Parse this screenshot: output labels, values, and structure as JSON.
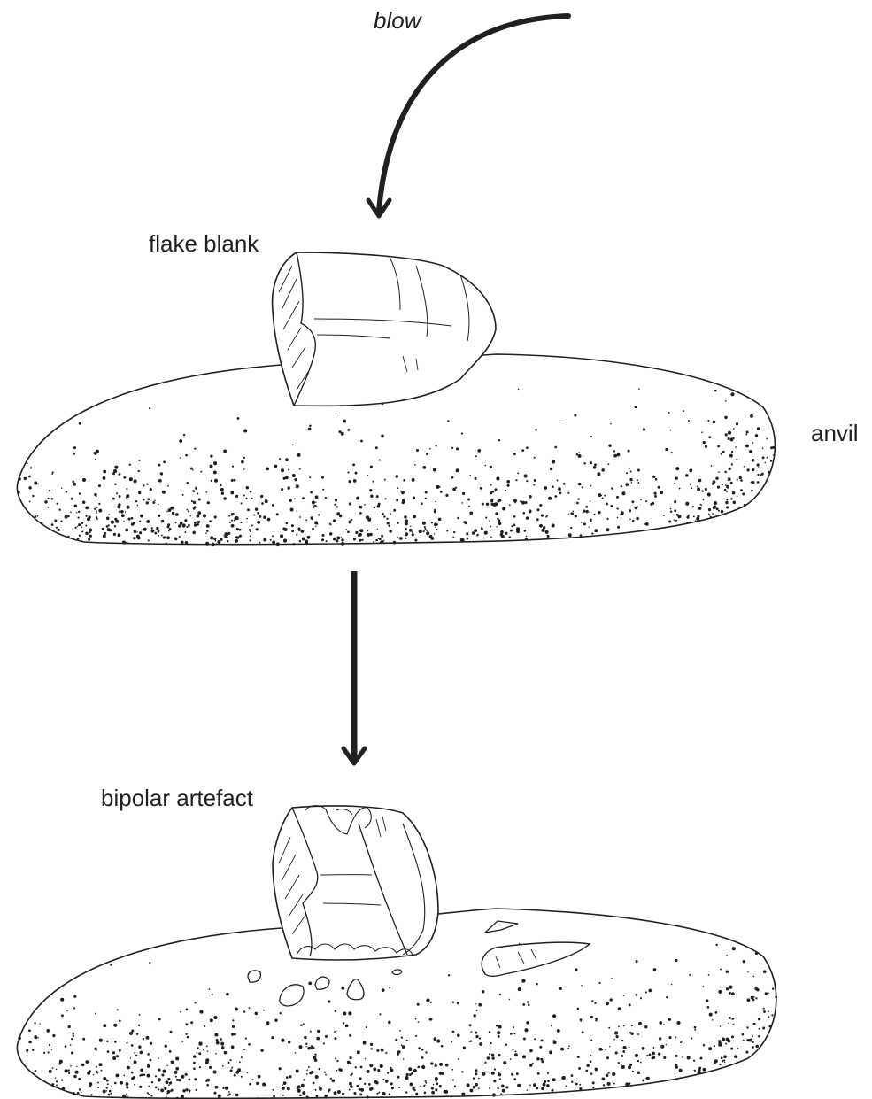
{
  "labels": {
    "blow": "blow",
    "flake_blank": "flake blank",
    "anvil": "anvil",
    "bipolar_artefact": "bipolar artefact"
  },
  "colors": {
    "ink": "#231f20",
    "background": "#ffffff"
  }
}
